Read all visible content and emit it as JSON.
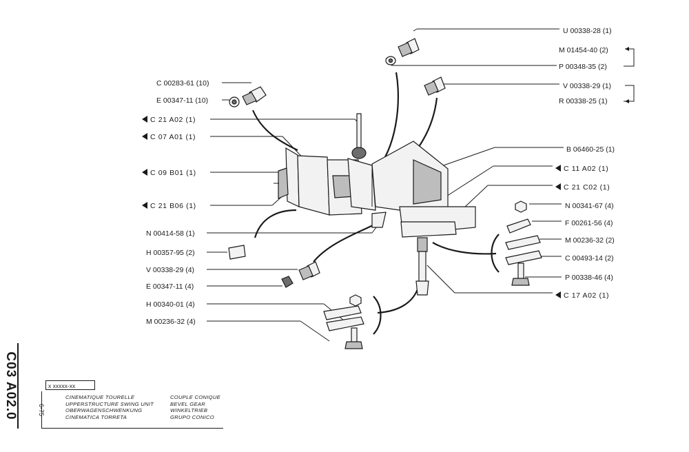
{
  "callouts_left": [
    {
      "text": "C 00283-61 (10)"
    },
    {
      "text": "E 00347-11 (10)"
    },
    {
      "text": "C 21  A02  (1)"
    },
    {
      "text": "C 07  A01  (1)"
    },
    {
      "text": "C 09  B01  (1)"
    },
    {
      "text": "C 21  B06  (1)"
    },
    {
      "text": "N 00414-58 (1)"
    },
    {
      "text": "H 00357-95 (2)"
    },
    {
      "text": "V 00338-29 (4)"
    },
    {
      "text": "E 00347-11 (4)"
    },
    {
      "text": "H 00340-01 (4)"
    },
    {
      "text": "M 00236-32 (4)"
    }
  ],
  "callouts_right": [
    {
      "text": "U 00338-28 (1)"
    },
    {
      "text": "M 01454-40 (2)"
    },
    {
      "text": "P 00348-35 (2)"
    },
    {
      "text": "V 00338-29 (1)"
    },
    {
      "text": "R 00338-25 (1)"
    },
    {
      "text": "B 06460-25 (1)"
    },
    {
      "text": "C 11  A02  (1)"
    },
    {
      "text": "C 21  C02  (1)"
    },
    {
      "text": "N 00341-67 (4)"
    },
    {
      "text": "F 00261-56 (4)"
    },
    {
      "text": "M 00236-32 (2)"
    },
    {
      "text": "C 00493-14 (2)"
    },
    {
      "text": "P 00338-46 (4)"
    },
    {
      "text": "C 17  A02  (1)"
    }
  ],
  "footer": {
    "doc_code": "C03 A02.0",
    "date_code": "6-75",
    "ref_box": "x xxxxx-xx",
    "title_left": [
      "CINEMATIQUE TOURELLE",
      "UPPERSTRUCTURE SWING UNIT",
      "OBERWAGENSCHWENKUNG",
      "CINEMATICA TORRETA"
    ],
    "title_right": [
      "COUPLE CONIQUE",
      "BEVEL GEAR",
      "WINKELTRIEB",
      "GRUPO CONICO"
    ]
  }
}
